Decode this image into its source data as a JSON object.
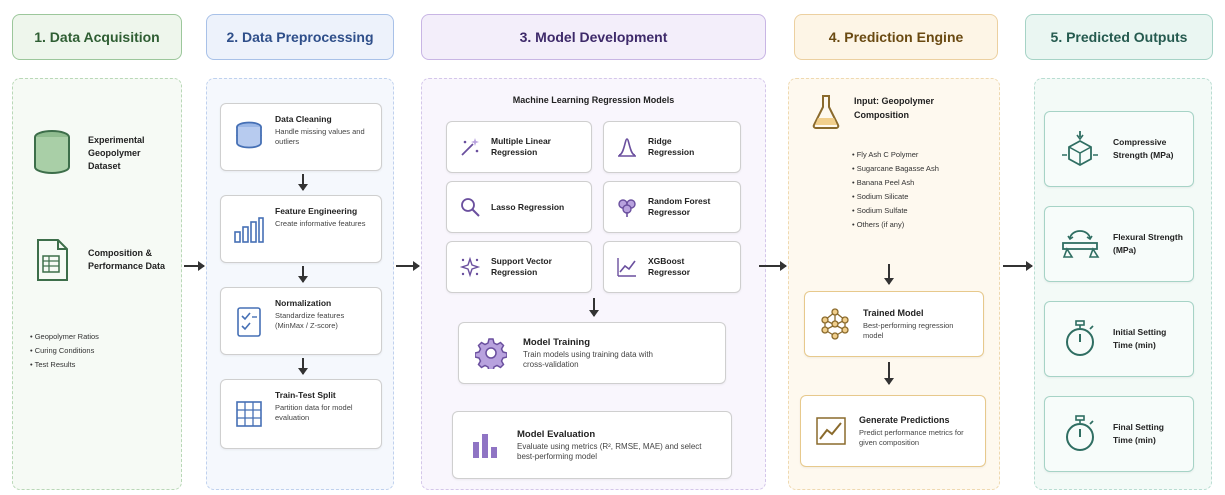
{
  "headers": [
    {
      "label": "1. Data Acquisition"
    },
    {
      "label": "2. Data Preprocessing"
    },
    {
      "label": "3. Model Development"
    },
    {
      "label": "4. Prediction Engine"
    },
    {
      "label": "5. Predicted Outputs"
    }
  ],
  "colors": {
    "acq": "#6aa66a",
    "acq_bg": "#eef6ec",
    "pre": "#7a9fd6",
    "pre_bg": "#edf2fb",
    "dev": "#a98fd0",
    "dev_bg": "#f3eefa",
    "pred": "#e2b96a",
    "pred_bg": "#fdf5e6",
    "out": "#79b9a8",
    "out_bg": "#eaf6f2",
    "icon_green": "#3d6e4a",
    "icon_blue": "#4670b5",
    "icon_purple": "#6a4f9e",
    "icon_brown": "#8a6a2c",
    "icon_teal": "#2f6e62"
  },
  "acquisition": {
    "dataset_title": "Experimental Geopolymer Dataset",
    "composition_title": "Composition & Performance Data",
    "bullets": [
      "Geopolymer Ratios",
      "Curing Conditions",
      "Test Results"
    ]
  },
  "preprocessing": [
    {
      "title": "Data Cleaning",
      "desc": "Handle missing values and outliers",
      "icon": "database-icon"
    },
    {
      "title": "Feature Engineering",
      "desc": "Create informative features",
      "icon": "bar-chart-icon"
    },
    {
      "title": "Normalization",
      "desc": "Standardize features (MinMax / Z-score)",
      "icon": "checklist-icon"
    },
    {
      "title": "Train-Test Split",
      "desc": "Partition data for model evaluation",
      "icon": "grid-icon"
    }
  ],
  "development": {
    "section_title": "Machine Learning Regression Models",
    "models": [
      {
        "title": "Multiple Linear Regression",
        "icon": "wand-icon"
      },
      {
        "title": "Ridge Regression",
        "icon": "ridge-icon"
      },
      {
        "title": "Lasso Regression",
        "icon": "magnifier-icon"
      },
      {
        "title": "Random Forest Regressor",
        "icon": "tree-icon"
      },
      {
        "title": "Support Vector Regression",
        "icon": "sparkle-icon"
      },
      {
        "title": "XGBoost Regressor",
        "icon": "trend-icon"
      }
    ],
    "training": {
      "title": "Model Training",
      "desc": "Train models using training data with cross-validation"
    },
    "evaluation": {
      "title": "Model Evaluation",
      "desc": "Evaluate using metrics (R², RMSE, MAE) and select best-performing model"
    }
  },
  "prediction": {
    "input_title": "Input: Geopolymer Composition",
    "inputs": [
      "Fly Ash C Polymer",
      "Sugarcane Bagasse Ash",
      "Banana Peel Ash",
      "Sodium Silicate",
      "Sodium Sulfate",
      "Others (if any)"
    ],
    "trained": {
      "title": "Trained Model",
      "desc": "Best-performing regression model"
    },
    "generate": {
      "title": "Generate Predictions",
      "desc": "Predict performance metrics for given composition"
    }
  },
  "outputs": [
    {
      "title": "Compressive Strength (MPa)",
      "icon": "cube-icon"
    },
    {
      "title": "Flexural Strength (MPa)",
      "icon": "beam-icon"
    },
    {
      "title": "Initial Setting Time (min)",
      "icon": "stopwatch-icon"
    },
    {
      "title": "Final Setting Time (min)",
      "icon": "stopwatch-icon"
    }
  ]
}
